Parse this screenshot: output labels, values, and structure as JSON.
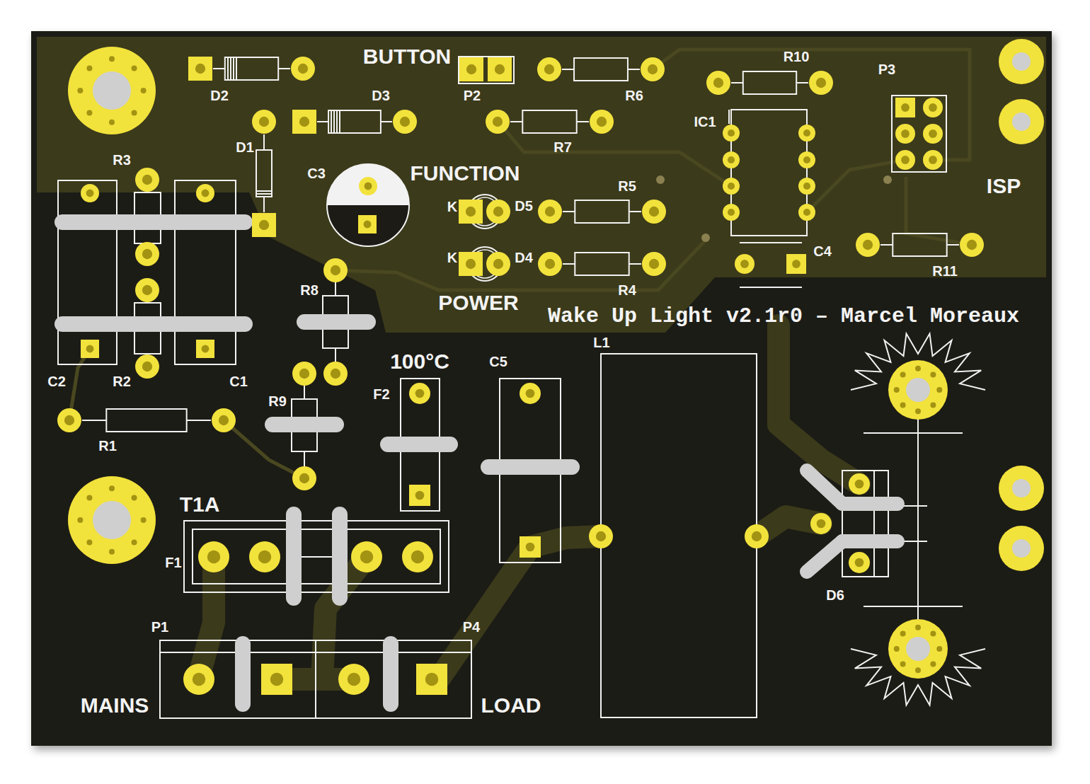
{
  "diagram": {
    "labels": [
      "BUTTON",
      "D2",
      "D3",
      "P2",
      "R6",
      "R10",
      "P3",
      "IC1",
      "R7",
      "D1",
      "R3",
      "C3",
      "FUNCTION",
      "R5",
      "K",
      "D5",
      "ISP",
      "K",
      "D4",
      "C4",
      "R11",
      "R8",
      "POWER",
      "R4",
      "Wake Up Light v2.1r0 – Marcel Moreaux",
      "L1",
      "100°C",
      "C5",
      "C2",
      "R2",
      "C1",
      "F2",
      "R9",
      "R1",
      "T1A",
      "F1",
      "D6",
      "P1",
      "P4",
      "MAINS",
      "LOAD"
    ]
  }
}
